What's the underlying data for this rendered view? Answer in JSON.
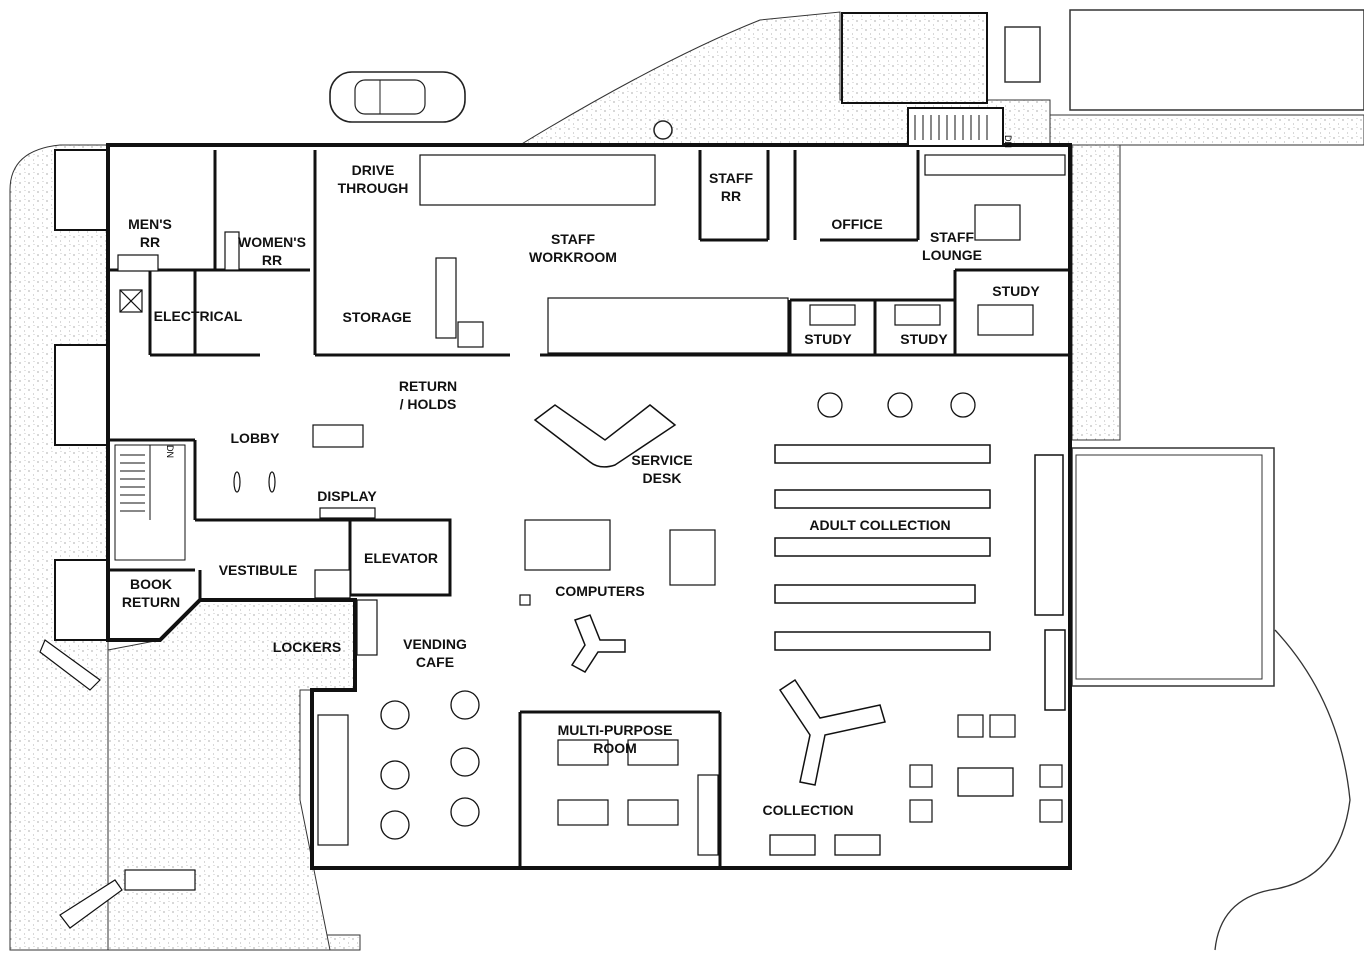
{
  "plan": {
    "rooms": {
      "mens_rr": [
        "MEN'S",
        "RR"
      ],
      "womens_rr": [
        "WOMEN'S",
        "RR"
      ],
      "electrical": [
        "ELECTRICAL"
      ],
      "drive_through": [
        "DRIVE",
        "THROUGH"
      ],
      "storage": [
        "STORAGE"
      ],
      "staff_workroom": [
        "STAFF",
        "WORKROOM"
      ],
      "staff_rr": [
        "STAFF",
        "RR"
      ],
      "office": [
        "OFFICE"
      ],
      "staff_lounge": [
        "STAFF",
        "LOUNGE"
      ],
      "study_1": [
        "STUDY"
      ],
      "study_2": [
        "STUDY"
      ],
      "study_3": [
        "STUDY"
      ],
      "return_holds": [
        "RETURN",
        "/ HOLDS"
      ],
      "lobby": [
        "LOBBY"
      ],
      "service_desk": [
        "SERVICE",
        "DESK"
      ],
      "display": [
        "DISPLAY"
      ],
      "elevator": [
        "ELEVATOR"
      ],
      "vestibule": [
        "VESTIBULE"
      ],
      "book_return": [
        "BOOK",
        "RETURN"
      ],
      "lockers": [
        "LOCKERS"
      ],
      "computers": [
        "COMPUTERS"
      ],
      "adult_collection": [
        "ADULT COLLECTION"
      ],
      "vending_cafe": [
        "VENDING",
        "CAFE"
      ],
      "multi_purpose_room": [
        "MULTI-PURPOSE",
        "ROOM"
      ],
      "collection": [
        "COLLECTION"
      ]
    },
    "stair_markers": {
      "upper": "DN",
      "lower": "DN"
    }
  }
}
